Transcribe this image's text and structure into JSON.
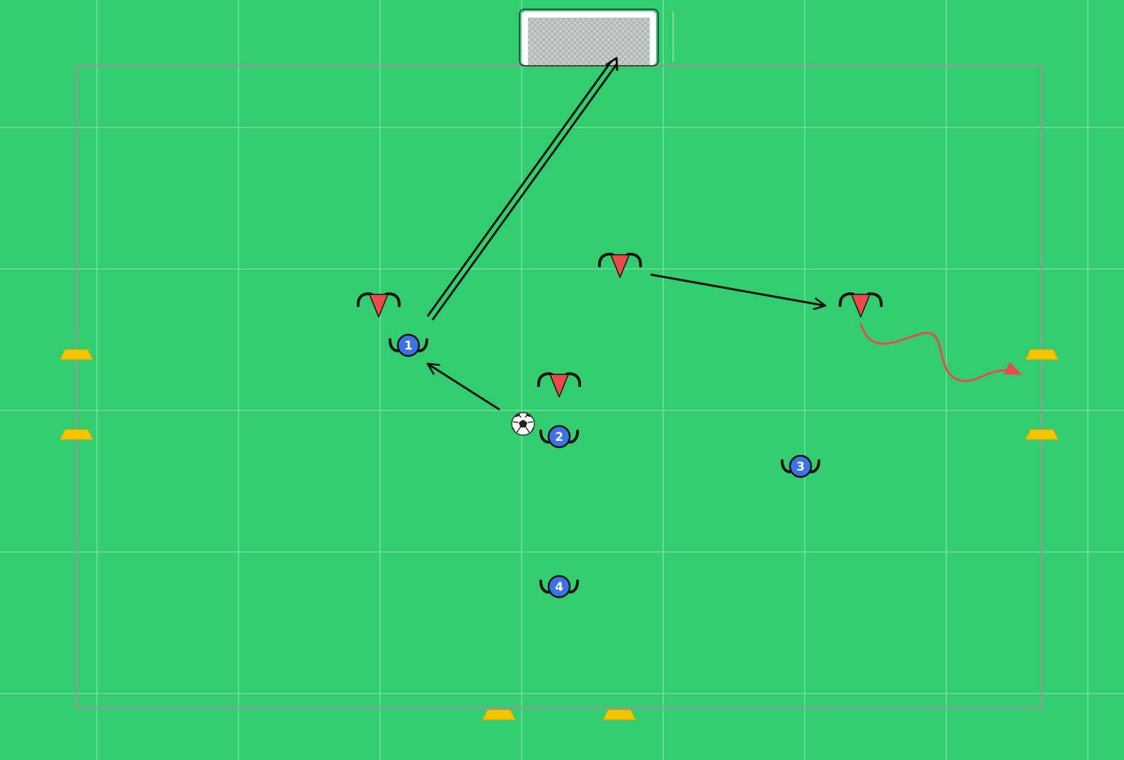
{
  "drill": {
    "colors": {
      "pitch": "#31cd6f",
      "grid_line": "#7fe3a6",
      "boundary": "#8e9a93",
      "attacker": "#3b73e6",
      "defender": "#e94b4b",
      "cone": "#f5c400",
      "pass_arrow": "#111111",
      "dribble_arrow": "#e94b4b"
    },
    "goal": {
      "type": "goal-with-net"
    },
    "attackers": [
      {
        "number": "1",
        "role": "attacker"
      },
      {
        "number": "2",
        "role": "attacker"
      },
      {
        "number": "3",
        "role": "attacker"
      },
      {
        "number": "4",
        "role": "attacker"
      }
    ],
    "defenders": [
      {
        "role": "defender",
        "icon": "defender-cone-icon"
      },
      {
        "role": "defender",
        "icon": "defender-cone-icon"
      },
      {
        "role": "defender",
        "icon": "defender-cone-icon"
      },
      {
        "role": "defender",
        "icon": "defender-cone-icon"
      }
    ],
    "ball": {
      "icon": "soccer-ball-icon"
    },
    "cones": [
      {
        "icon": "marker-cone-icon"
      },
      {
        "icon": "marker-cone-icon"
      },
      {
        "icon": "marker-cone-icon"
      },
      {
        "icon": "marker-cone-icon"
      },
      {
        "icon": "marker-cone-icon"
      },
      {
        "icon": "marker-cone-icon"
      }
    ],
    "movements": [
      {
        "type": "pass",
        "style": "single-line-arrow"
      },
      {
        "type": "shot",
        "style": "double-line-arrow"
      },
      {
        "type": "run",
        "style": "single-line-arrow"
      },
      {
        "type": "dribble",
        "style": "wavy-arrow"
      }
    ]
  }
}
